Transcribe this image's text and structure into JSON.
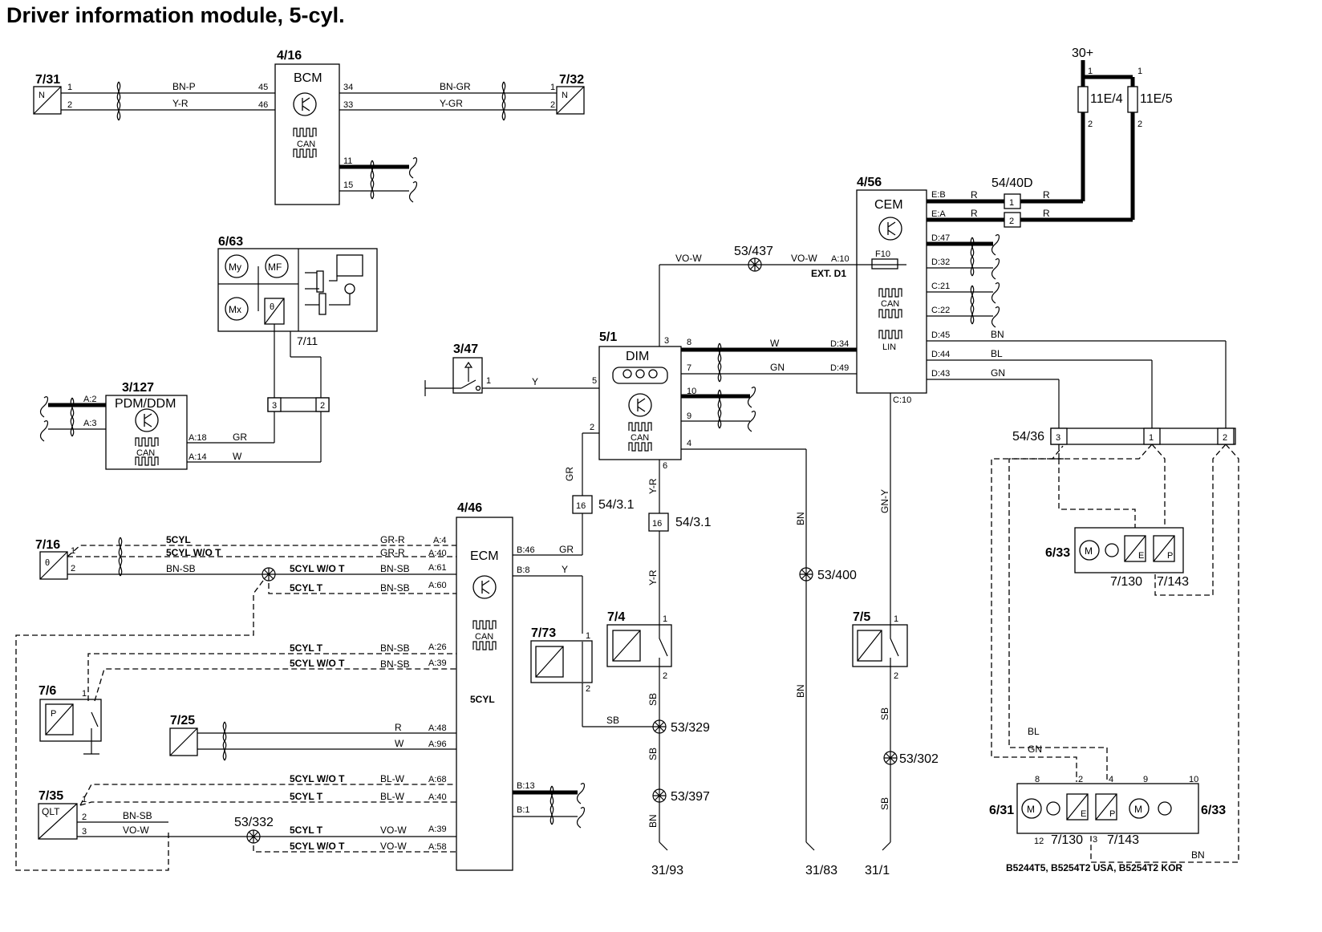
{
  "title": "Driver information module, 5-cyl.",
  "components": {
    "c7_31": "7/31",
    "c4_16": "4/16",
    "bcm": "BCM",
    "c7_32": "7/32",
    "c6_63": "6/63",
    "c7_11": "7/11",
    "c3_127": "3/127",
    "pdm": "PDM/DDM",
    "c3_47": "3/47",
    "c5_1": "5/1",
    "dim": "DIM",
    "c4_56": "4/56",
    "cem": "CEM",
    "f10": "F10",
    "extd1": "EXT. D1",
    "c30": "30+",
    "c11e4": "11E/4",
    "c11e5": "11E/5",
    "c54_40d": "54/40D",
    "c54_36": "54/36",
    "c6_33": "6/33",
    "c7_130": "7/130",
    "c7_143": "7/143",
    "c4_46": "4/46",
    "ecm": "ECM",
    "fivecyl": "5CYL",
    "c7_16": "7/16",
    "c7_6": "7/6",
    "c7_25": "7/25",
    "c7_35": "7/35",
    "qlt": "QLT",
    "c7_73": "7/73",
    "c7_4": "7/4",
    "c7_5": "7/5",
    "c53_437": "53/437",
    "c53_329": "53/329",
    "c53_397": "53/397",
    "c53_400": "53/400",
    "c53_302": "53/302",
    "c53_332": "53/332",
    "c54_3_1": "54/3.1",
    "c6_31": "6/31",
    "g31_93": "31/93",
    "g31_83": "31/83",
    "g31_1": "31/1",
    "engines": "B5244T5, B5254T2 USA, B5254T2 KOR"
  },
  "symbols": {
    "can": "CAN",
    "lin": "LIN",
    "n": "N",
    "my": "My",
    "mf": "MF",
    "mx": "Mx",
    "m": "M",
    "theta": "θ",
    "p": "P",
    "e": "E"
  },
  "wires": {
    "bn_p": "BN-P",
    "y_r": "Y-R",
    "bn_gr": "BN-GR",
    "y_gr": "Y-GR",
    "vo_w": "VO-W",
    "r": "R",
    "w": "W",
    "gn": "GN",
    "bn": "BN",
    "bl": "BL",
    "y": "Y",
    "gr": "GR",
    "gr_r": "GR-R",
    "bn_sb": "BN-SB",
    "sb": "SB",
    "gn_y": "GN-Y",
    "bl_w": "BL-W"
  },
  "variants": {
    "cyl5": "5CYL",
    "wot": "5CYL W/O T",
    "t": "5CYL T"
  },
  "pins": {
    "p1": "1",
    "p2": "2",
    "p3": "3",
    "p4": "4",
    "p5": "5",
    "p6": "6",
    "p7": "7",
    "p8": "8",
    "p9": "9",
    "p10": "10",
    "p11": "11",
    "p12": "12",
    "p15": "15",
    "p16": "16",
    "p33": "33",
    "p34": "34",
    "p45": "45",
    "p46": "46",
    "eb": "E:B",
    "ea": "E:A",
    "a10": "A:10",
    "d47": "D:47",
    "d32": "D:32",
    "c21": "C:21",
    "c22": "C:22",
    "d45": "D:45",
    "d44": "D:44",
    "d43": "D:43",
    "d34": "D:34",
    "d49": "D:49",
    "c10": "C:10",
    "a2": "A:2",
    "a3": "A:3",
    "a18": "A:18",
    "a14": "A:14",
    "ecm_a4": "A:4",
    "ecm_a40": "A:40",
    "ecm_a61": "A:61",
    "ecm_a60": "A:60",
    "ecm_a26": "A:26",
    "ecm_a39": "A:39",
    "ecm_a48": "A:48",
    "ecm_a96": "A:96",
    "ecm_a68": "A:68",
    "ecm_a58": "A:58",
    "ecm_b46": "B:46",
    "ecm_b8": "B:8",
    "ecm_b13": "B:13",
    "ecm_b1": "B:1"
  }
}
